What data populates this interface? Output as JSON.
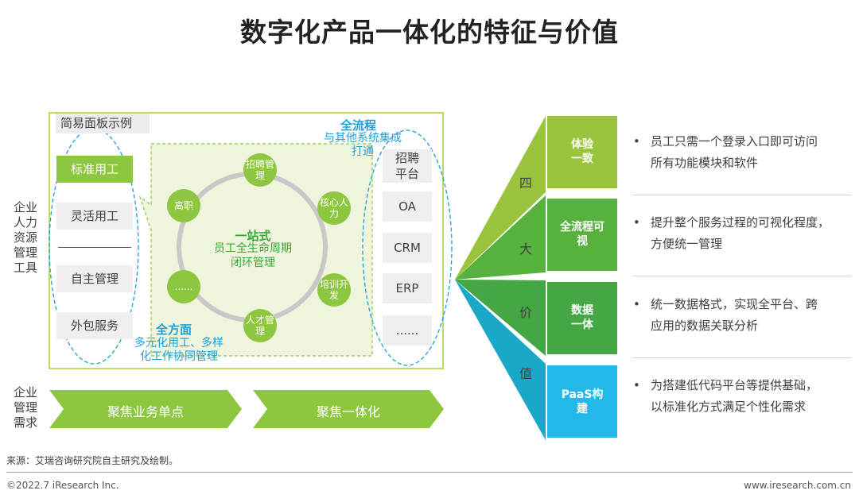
{
  "title": "数字化产品一体化的特征与价值",
  "side_labels": {
    "tools": "企业人力资源管理工具",
    "needs": "企业管理需求"
  },
  "panel": {
    "title": "简易面板示例",
    "left_items": [
      {
        "label": "标准用工",
        "active": true
      },
      {
        "label": "灵活用工",
        "active": false
      },
      {
        "label": "自主管理",
        "active": false
      },
      {
        "label": "外包服务",
        "active": false
      }
    ],
    "cycle_nodes": [
      "招聘管理",
      "核心人力",
      "培训开发",
      "人才管理",
      "......",
      "离职"
    ],
    "center_title": "一站式",
    "center_sub": [
      "员工全生命周期",
      "闭环管理"
    ],
    "quanfangmian_title": "全方面",
    "quanfangmian_lines": [
      "多元化用工、多样",
      "化工作协同管理"
    ],
    "quanliucheng_title": "全流程",
    "quanliucheng_lines": [
      "与其他系统集成",
      "打通"
    ],
    "right_items": [
      "招聘平台",
      "OA",
      "CRM",
      "ERP",
      "......"
    ]
  },
  "arrows": [
    "聚焦业务单点",
    "聚焦一体化"
  ],
  "fan_chars": [
    "四",
    "大",
    "价",
    "值"
  ],
  "values": [
    {
      "label": "体验一致",
      "color": "#9ac43e",
      "text": [
        "员工只需一个登录入口即可访问",
        "所有功能模块和软件"
      ]
    },
    {
      "label": "全流程可视",
      "color": "#57b13f",
      "text": [
        "提升整个服务过程的可视化程度，",
        "方便统一管理"
      ]
    },
    {
      "label": "数据一体",
      "color": "#45a744",
      "text": [
        "统一数据格式，实现全平台、跨",
        "应用的数据关联分析"
      ]
    },
    {
      "label": "PaaS构建",
      "color": "#22b8e8",
      "text": [
        "为搭建低代码平台等提供基础，",
        "以标准化方式满足个性化需求"
      ]
    }
  ],
  "source": "来源：艾瑞咨询研究院自主研究及绘制。",
  "footer": {
    "left": "©2022.7 iResearch Inc.",
    "right": "www.iresearch.com.cn"
  }
}
